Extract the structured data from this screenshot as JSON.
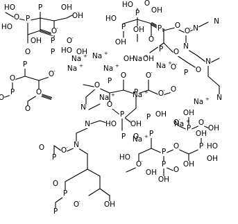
{
  "diagram": {
    "type": "chemical-structure",
    "labels": [
      "HO",
      "P",
      "OH",
      "P",
      "OH",
      "O",
      "HO",
      "O",
      "OH",
      "P",
      "O",
      "HO",
      "P",
      "O",
      "OH",
      "HO",
      "P",
      "O",
      "OH",
      "HO",
      "P",
      "OH",
      "P",
      "O",
      "O",
      "OH",
      "O",
      "P",
      "O",
      "OH",
      "O",
      "P",
      "O",
      "OH",
      "N",
      "N",
      "P",
      "O",
      "O",
      "O",
      "N",
      "N",
      "N",
      "N",
      "N",
      "N",
      "P",
      "O",
      "O",
      "P",
      "O",
      "O",
      "O",
      "P",
      "O",
      "O",
      "O",
      "P",
      "OH",
      "HO",
      "P",
      "OH",
      "P",
      "O",
      "O",
      "P",
      "O",
      "OH",
      "OH",
      "P",
      "O",
      "O",
      "P",
      "OH",
      "HO",
      "P",
      "OH",
      "P",
      "O",
      "OH",
      "O",
      "P",
      "O",
      "OH",
      "OH",
      "HO",
      "P",
      "O",
      "O",
      "P",
      "OH"
    ],
    "ions": [
      "Na",
      "Na",
      "Na",
      "Na",
      "Na",
      "Na",
      "Na",
      "Na",
      "Na",
      "Na",
      "Na"
    ],
    "ion_charge": "+",
    "anion_charge": "-"
  }
}
